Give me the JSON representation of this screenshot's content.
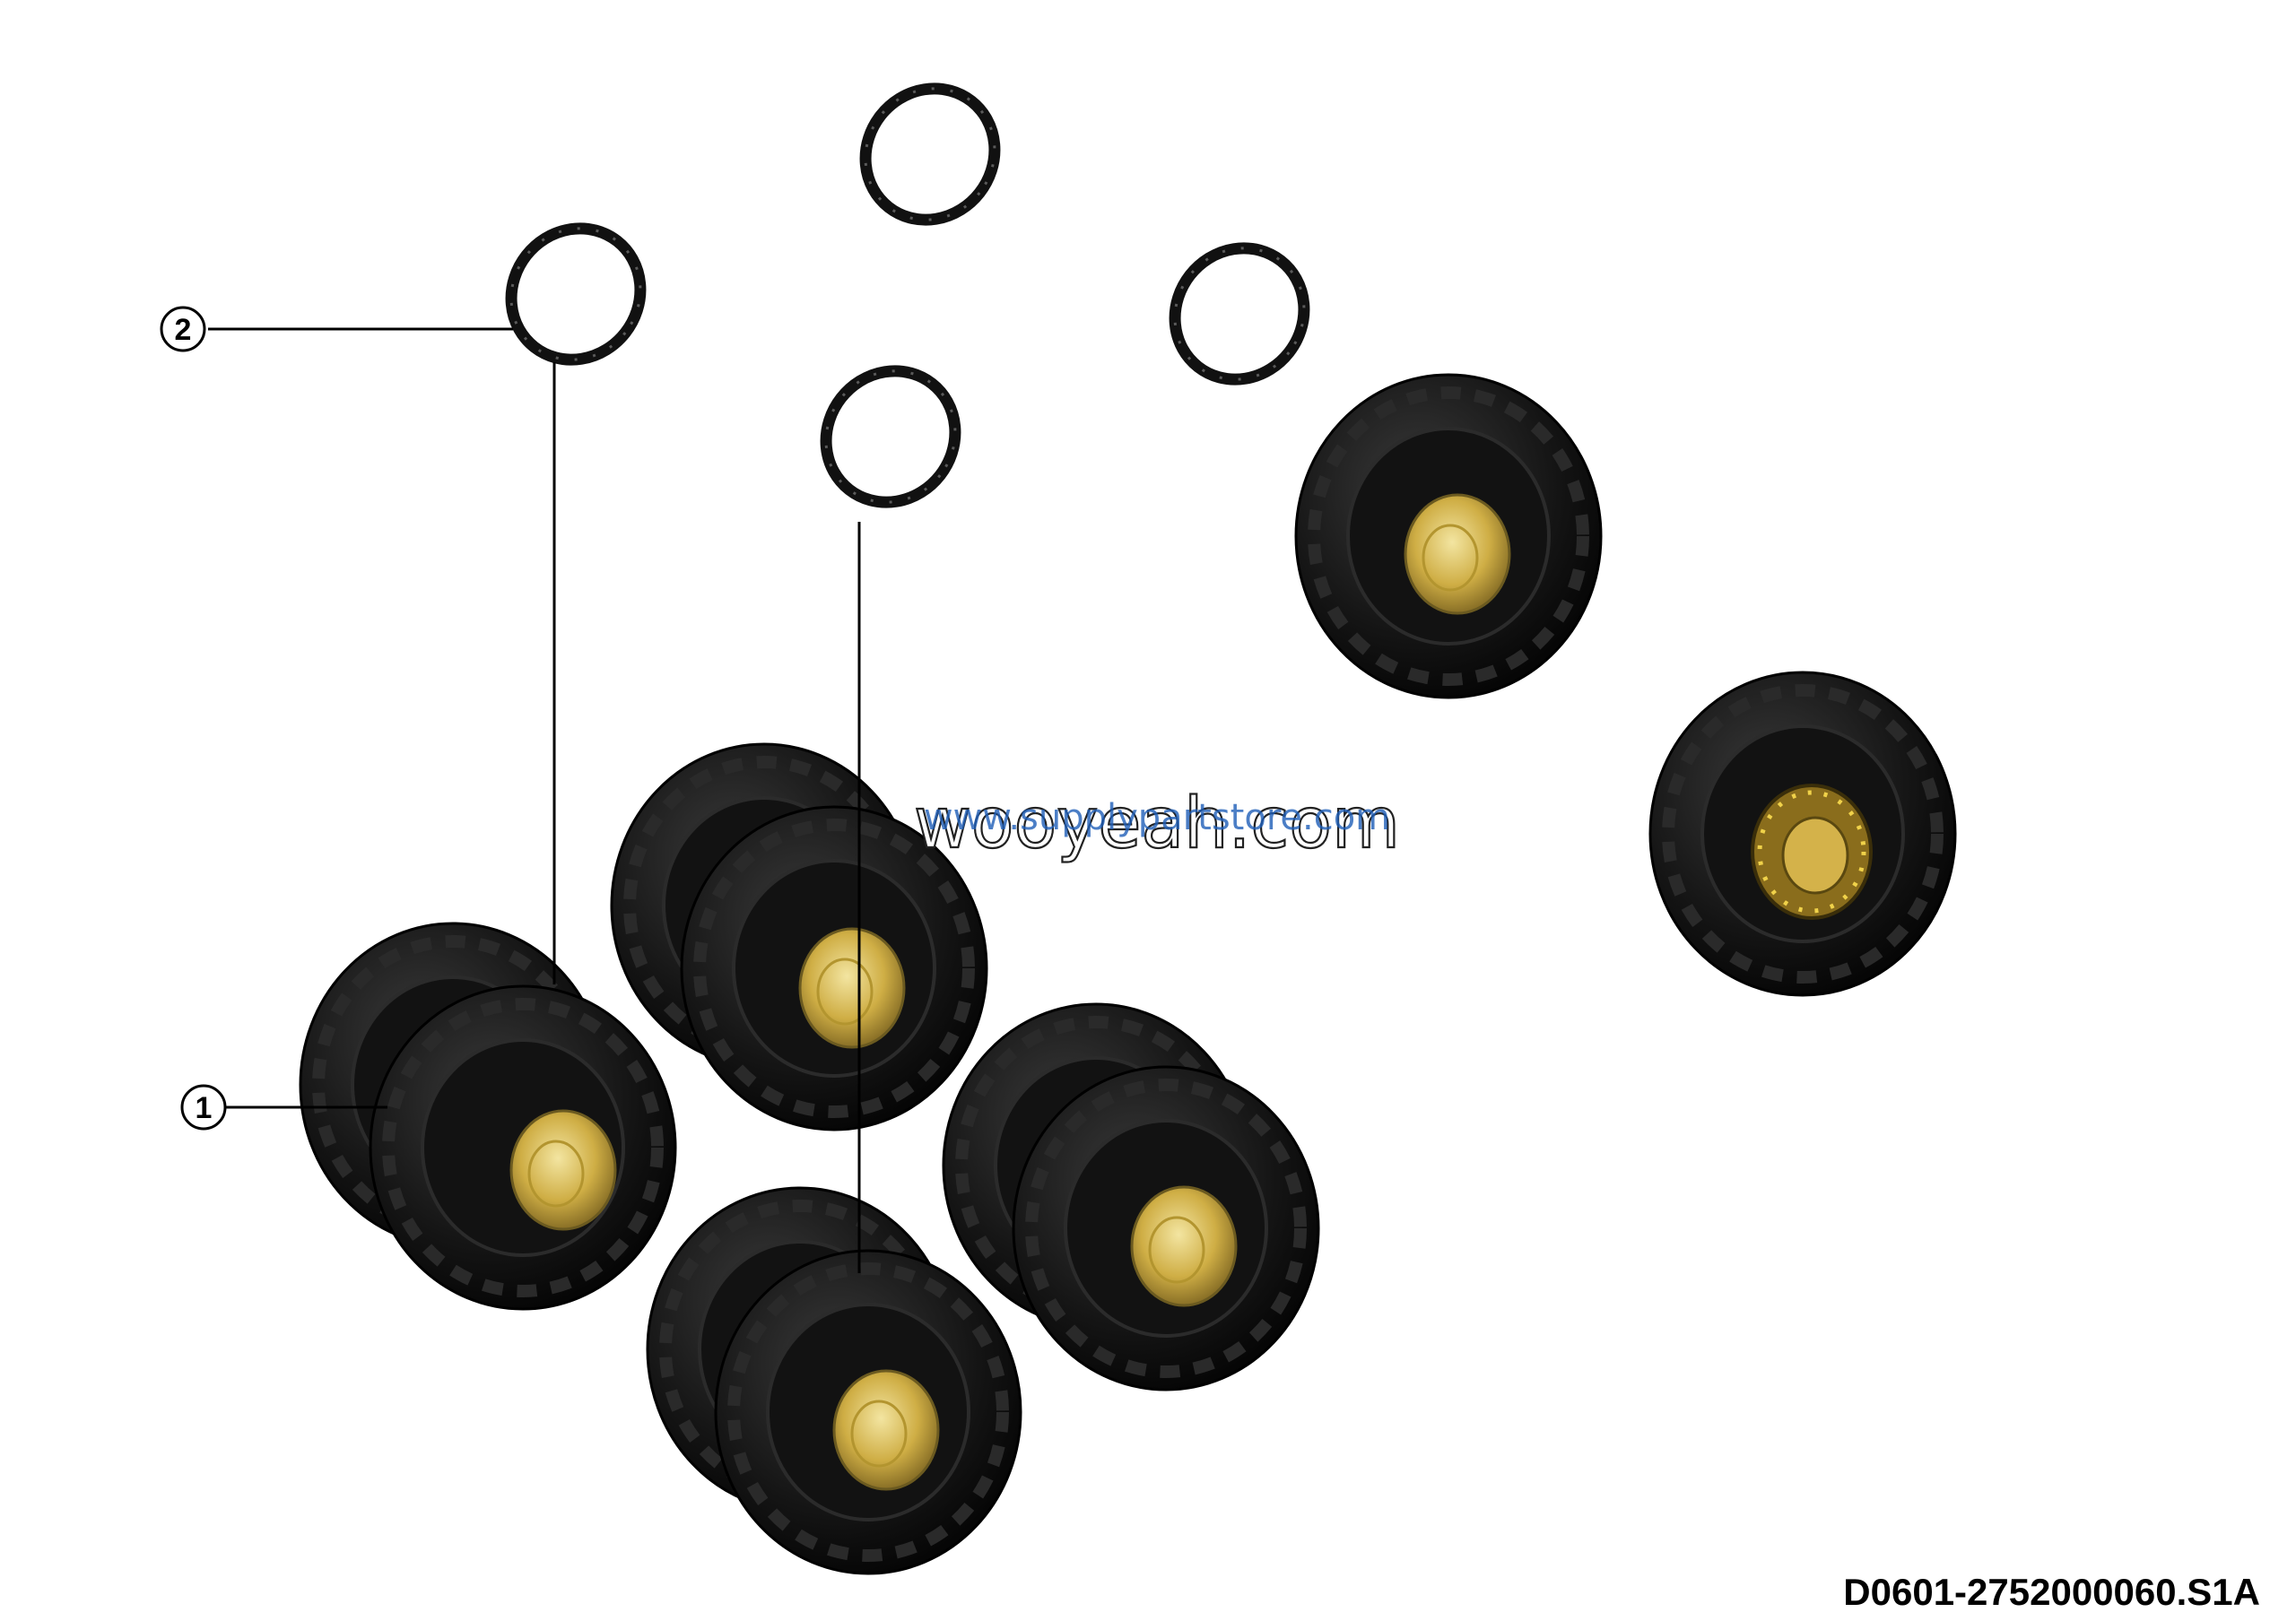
{
  "callouts": {
    "item1": "1",
    "item2": "2"
  },
  "reference": "D0601-2752000060.S1A",
  "watermarks": {
    "primary": "wooyeah.com",
    "secondary": "www.supplypartstore.com"
  },
  "colors": {
    "tire": "#0d0d0d",
    "rim": "#c9a53a",
    "rim_highlight": "#ead78a",
    "ring": "#111111"
  }
}
